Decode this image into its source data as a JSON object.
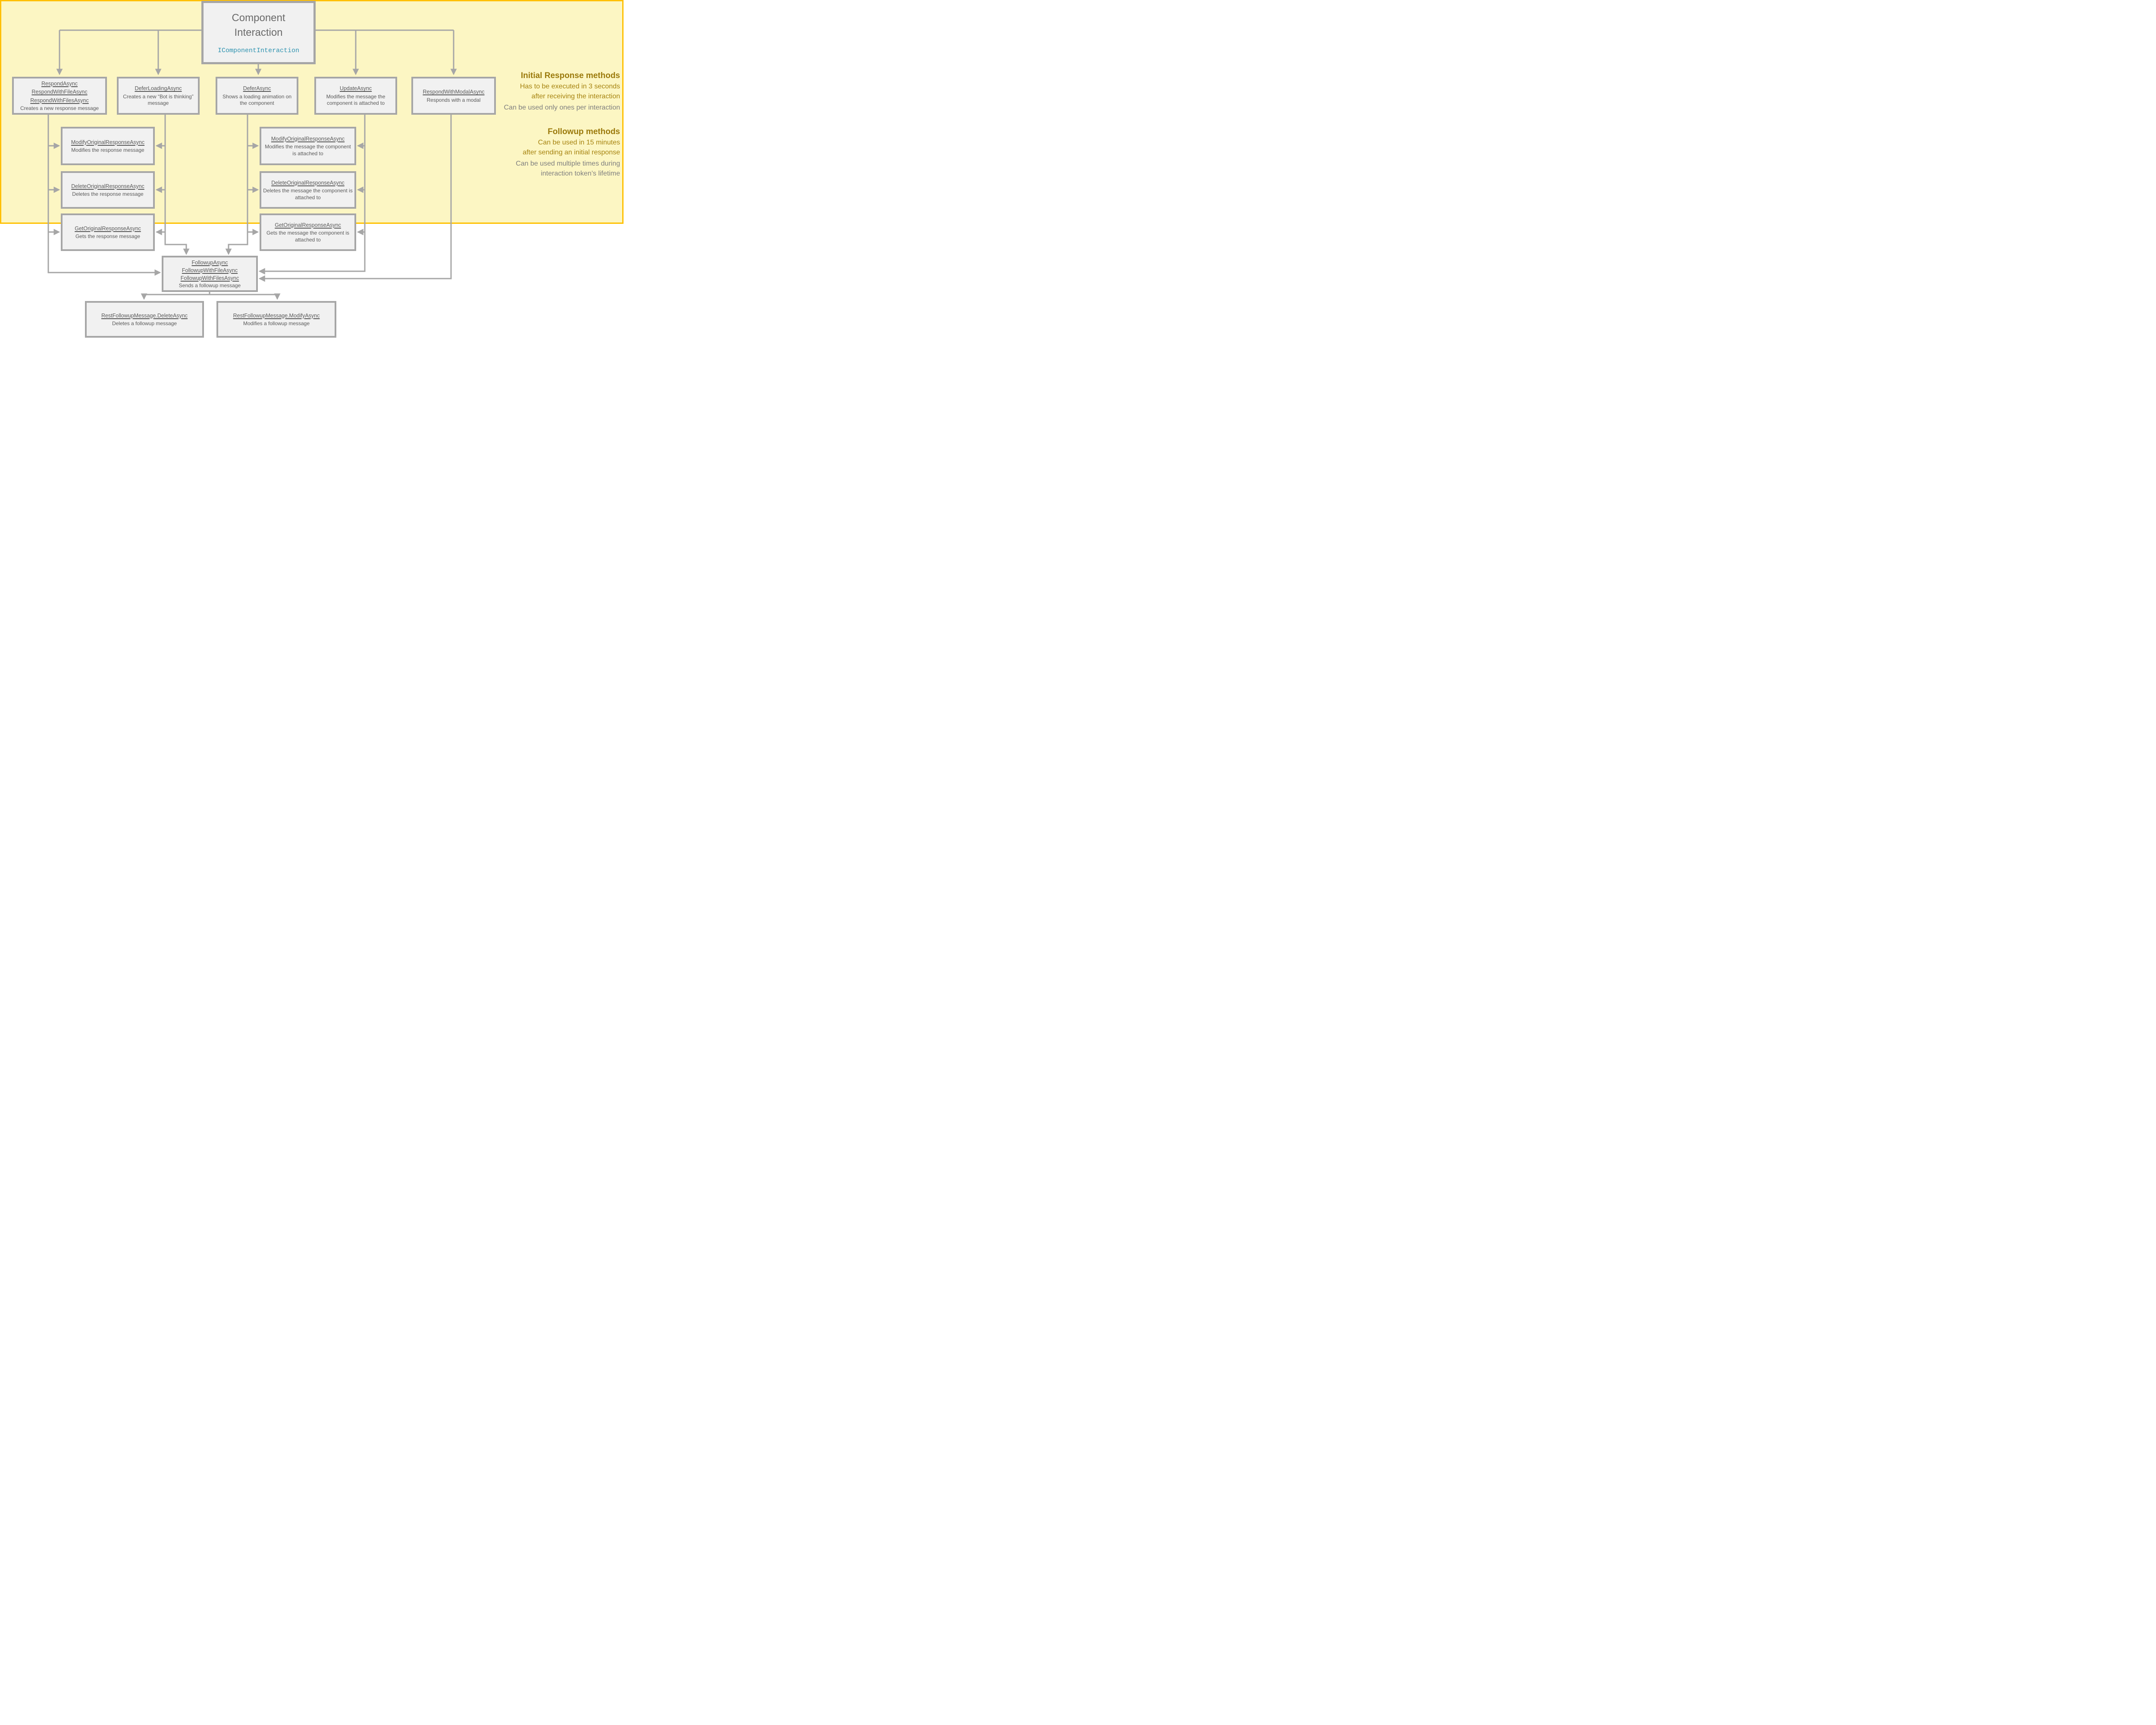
{
  "colors": {
    "accent_gold_border": "#FFC000",
    "followup_section_bg": "#FCF6C3",
    "node_bg": "#F1F1F1",
    "node_border": "#A6A6A6",
    "node_text": "#595959",
    "connector": "#A6A6A6",
    "gold_heading_text": "#9B7A0C",
    "gold_note_text": "#A6830F",
    "gray_note_text": "#7F7F7F",
    "interface_teal": "#2B91AF"
  },
  "root": {
    "title_line1": "Component",
    "title_line2": "Interaction",
    "interface": "IComponentInteraction"
  },
  "sections": {
    "initial": {
      "title": "Initial Response methods",
      "notes_gold": [
        "Has to be executed in 3 seconds",
        "after receiving the interaction"
      ],
      "notes_gray": [
        "Can be used only ones per interaction"
      ]
    },
    "followup": {
      "title": "Followup methods",
      "notes_gold": [
        "Can be used in 15 minutes",
        "after sending an initial response"
      ],
      "notes_gray": [
        "Can be used multiple times during",
        "interaction token’s lifetime"
      ]
    }
  },
  "initial_boxes": [
    {
      "methods": [
        "RespondAsync",
        "RespondWithFileAsync",
        "RespondWithFilesAsync"
      ],
      "desc": "Creates a new response message"
    },
    {
      "methods": [
        "DeferLoadingAsync"
      ],
      "desc": "Creates a new “Bot is thinking” message"
    },
    {
      "methods": [
        "DeferAsync"
      ],
      "desc": "Shows a loading animation on the component"
    },
    {
      "methods": [
        "UpdateAsync"
      ],
      "desc": "Modifies the message the component is attached to"
    },
    {
      "methods": [
        "RespondWithModalAsync"
      ],
      "desc": "Responds with a modal"
    }
  ],
  "followup_boxes": {
    "left_column": [
      {
        "methods": [
          "ModifyOriginalResponseAsync"
        ],
        "desc": "Modifies the response message"
      },
      {
        "methods": [
          "DeleteOriginalResponseAsync"
        ],
        "desc": "Deletes the response message"
      },
      {
        "methods": [
          "GetOriginalResponseAsync"
        ],
        "desc": "Gets the response message"
      }
    ],
    "mid_column": [
      {
        "methods": [
          "ModifyOriginalResponseAsync"
        ],
        "desc": "Modifies the message the component is attached to"
      },
      {
        "methods": [
          "DeleteOriginalResponseAsync"
        ],
        "desc": "Deletes the message the component is attached to"
      },
      {
        "methods": [
          "GetOriginalResponseAsync"
        ],
        "desc": "Gets  the message the component is attached to"
      }
    ],
    "center": {
      "methods": [
        "FollowupAsync",
        "FollowupWithFileAsync",
        "FollowupWithFilesAsync"
      ],
      "desc": "Sends a followup message"
    },
    "bottom": [
      {
        "methods": [
          "RestFollowupMessage.DeleteAsync"
        ],
        "desc": "Deletes a followup message"
      },
      {
        "methods": [
          "RestFollowupMessage.ModifyAsync"
        ],
        "desc": "Modifies a followup message"
      }
    ]
  }
}
